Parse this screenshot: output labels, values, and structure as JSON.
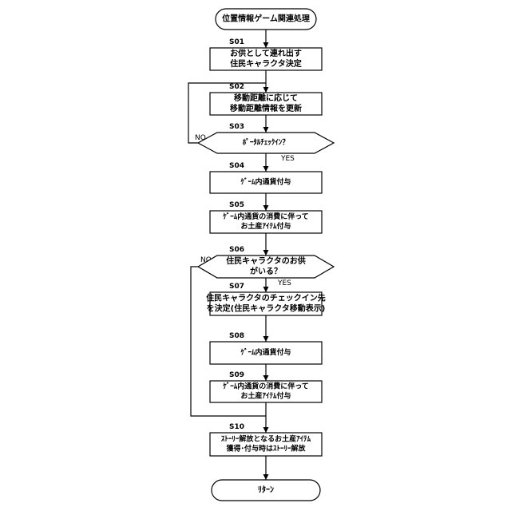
{
  "start": {
    "text": "位置情報ゲーム関連処理"
  },
  "end": {
    "text": "ﾘﾀｰﾝ"
  },
  "steps": [
    {
      "id": "S01",
      "lines": [
        "お供として連れ出す",
        "住民キャラクタ決定"
      ]
    },
    {
      "id": "S02",
      "lines": [
        "移動距離に応じて",
        "移動距離情報を更新"
      ]
    },
    {
      "id": "S03",
      "lines": [
        "ﾎﾟｰﾀﾙﾁｪｯｸｲﾝ？"
      ]
    },
    {
      "id": "S04",
      "lines": [
        "ｹﾞｰﾑ内通貨付与"
      ]
    },
    {
      "id": "S05",
      "lines": [
        "ｹﾞｰﾑ内通貨の消費に伴って",
        "お土産ｱｲﾃﾑ付与"
      ]
    },
    {
      "id": "S06",
      "lines": [
        "住民キャラクタのお供",
        "がいる？"
      ]
    },
    {
      "id": "S07",
      "lines": [
        "住民キャラクタのチェックイン先",
        "を決定(住民キャラクタ移動表示)"
      ]
    },
    {
      "id": "S08",
      "lines": [
        "ｹﾞｰﾑ内通貨付与"
      ]
    },
    {
      "id": "S09",
      "lines": [
        "ｹﾞｰﾑ内通貨の消費に伴って",
        "お土産ｱｲﾃﾑ付与"
      ]
    },
    {
      "id": "S10",
      "lines": [
        "ｽﾄｰﾘｰ解放となるお土産ｱｲﾃﾑ",
        "獲得･付与時はｽﾄｰﾘｰ解放"
      ]
    }
  ],
  "branch_labels": {
    "yes": "YES",
    "no": "NO"
  }
}
